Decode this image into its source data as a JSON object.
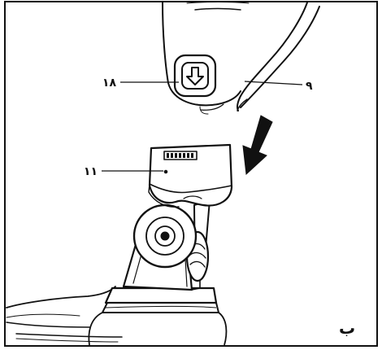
{
  "figure": {
    "callouts": [
      {
        "id": "18",
        "label": "۱۸"
      },
      {
        "id": "9",
        "label": "۹"
      },
      {
        "id": "11",
        "label": "۱۱"
      }
    ],
    "panel_letter": "ب",
    "colors": {
      "line": "#111111",
      "background": "#ffffff"
    }
  }
}
